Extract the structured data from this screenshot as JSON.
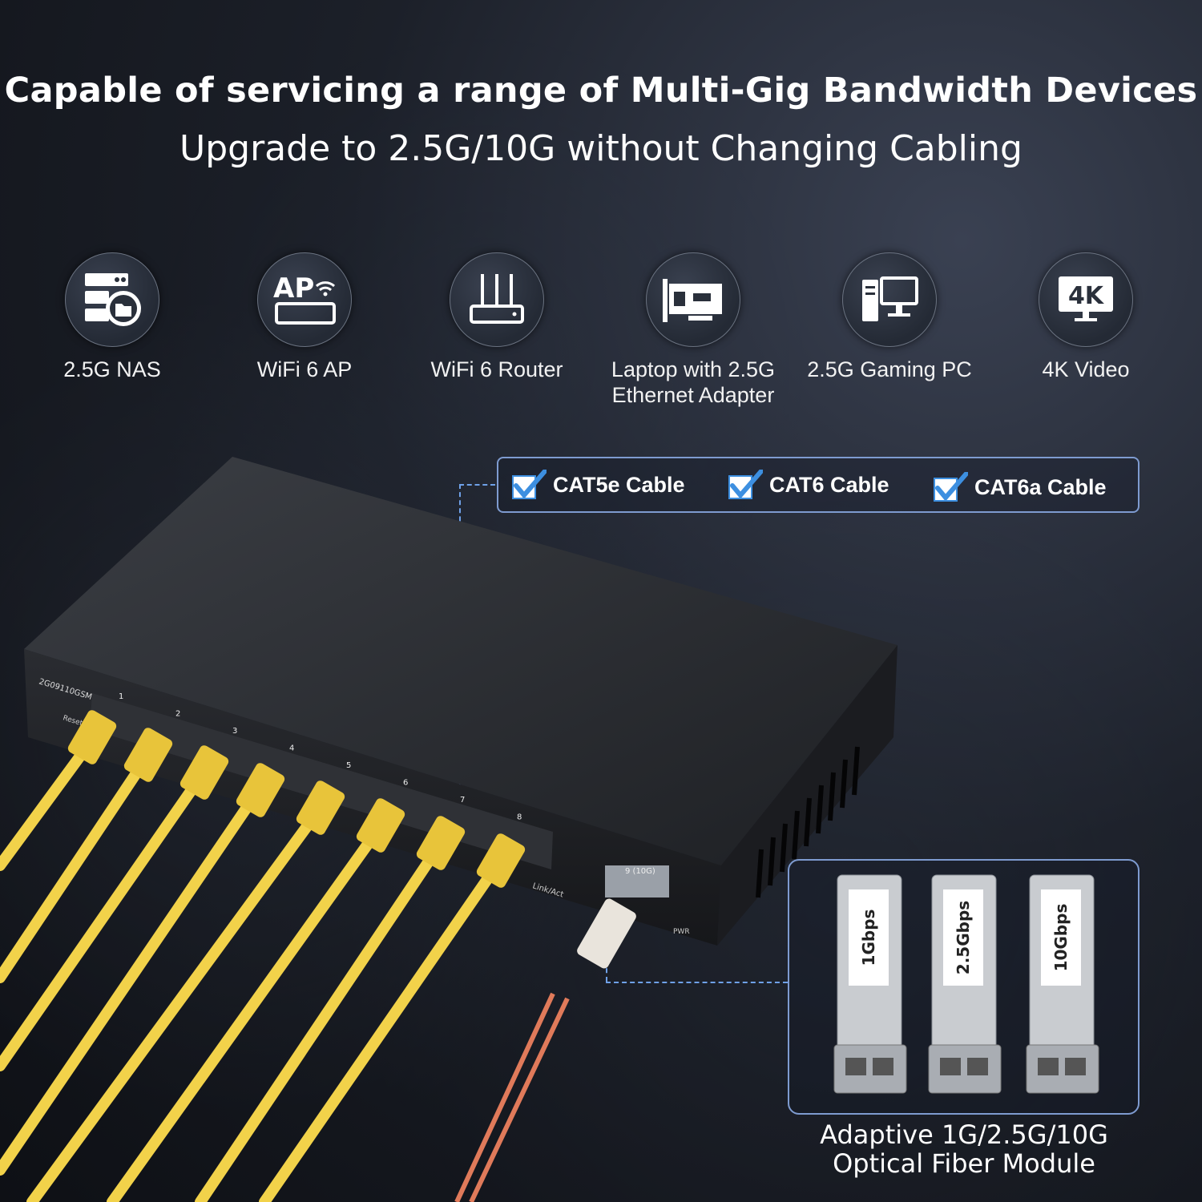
{
  "header": {
    "title": "Capable of servicing a range of Multi-Gig Bandwidth Devices",
    "subtitle": "Upgrade to 2.5G/10G without Changing Cabling"
  },
  "devices": [
    {
      "icon": "nas-icon",
      "label": "2.5G NAS"
    },
    {
      "icon": "access-point-icon",
      "label": "WiFi 6 AP"
    },
    {
      "icon": "router-icon",
      "label": "WiFi 6 Router"
    },
    {
      "icon": "ethernet-adapter-icon",
      "label": "Laptop with 2.5G Ethernet Adapter"
    },
    {
      "icon": "gaming-pc-icon",
      "label": "2.5G Gaming PC"
    },
    {
      "icon": "4k-monitor-icon",
      "label": "4K Video"
    }
  ],
  "device_icon_text": {
    "ap": "AP",
    "k4": "4K"
  },
  "cables": [
    {
      "label": "CAT5e Cable",
      "checked": true
    },
    {
      "label": "CAT6 Cable",
      "checked": true
    },
    {
      "label": "CAT6a Cable",
      "checked": true
    }
  ],
  "switch": {
    "model": "2G09110GSM",
    "reset_label": "Reset",
    "ports": [
      "1",
      "2",
      "3",
      "4",
      "5",
      "6",
      "7",
      "8"
    ],
    "sfp_port_label": "9 (10G)",
    "link_label": "Link/Act",
    "pwr_label": "PWR"
  },
  "sfp_modules": [
    {
      "speed": "1Gbps"
    },
    {
      "speed": "2.5Gbps"
    },
    {
      "speed": "10Gbps"
    }
  ],
  "sfp_caption": "Adaptive 1G/2.5G/10G Optical Fiber Module",
  "colors": {
    "accent_blue": "#7e9bd0",
    "check_blue": "#3d8fe0",
    "cable_yellow": "#f2d24a",
    "fiber_orange": "#e07a5a"
  }
}
